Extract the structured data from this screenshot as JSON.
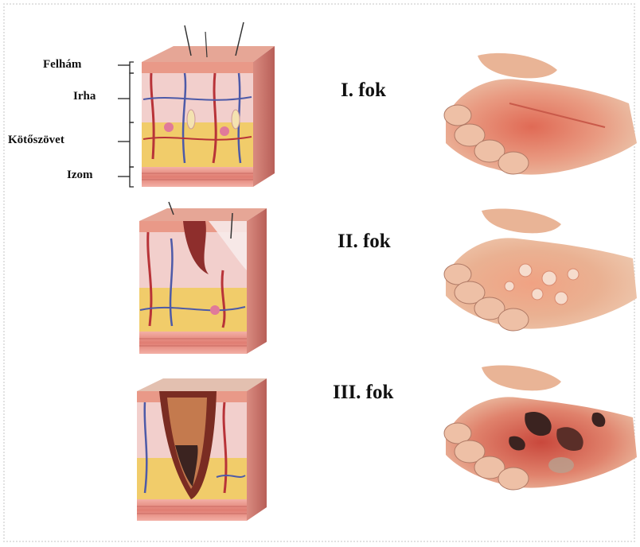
{
  "layers": {
    "epidermis": "Felhám",
    "dermis": "Irha",
    "connective": "Kötőszövet",
    "muscle": "Izom"
  },
  "degrees": [
    {
      "label": "I. fok"
    },
    {
      "label": "II. fok"
    },
    {
      "label": "III. fok"
    }
  ],
  "colors": {
    "skin_top": "#e9a79a",
    "dermis": "#f1c9c4",
    "fat": "#f0cc66",
    "muscle": "#e58a80",
    "vessel_red": "#b83338",
    "vessel_blue": "#4d5aa8",
    "hand_skin": "#e8b89a",
    "burn_red": "#d9584a",
    "char": "#3b2320"
  }
}
